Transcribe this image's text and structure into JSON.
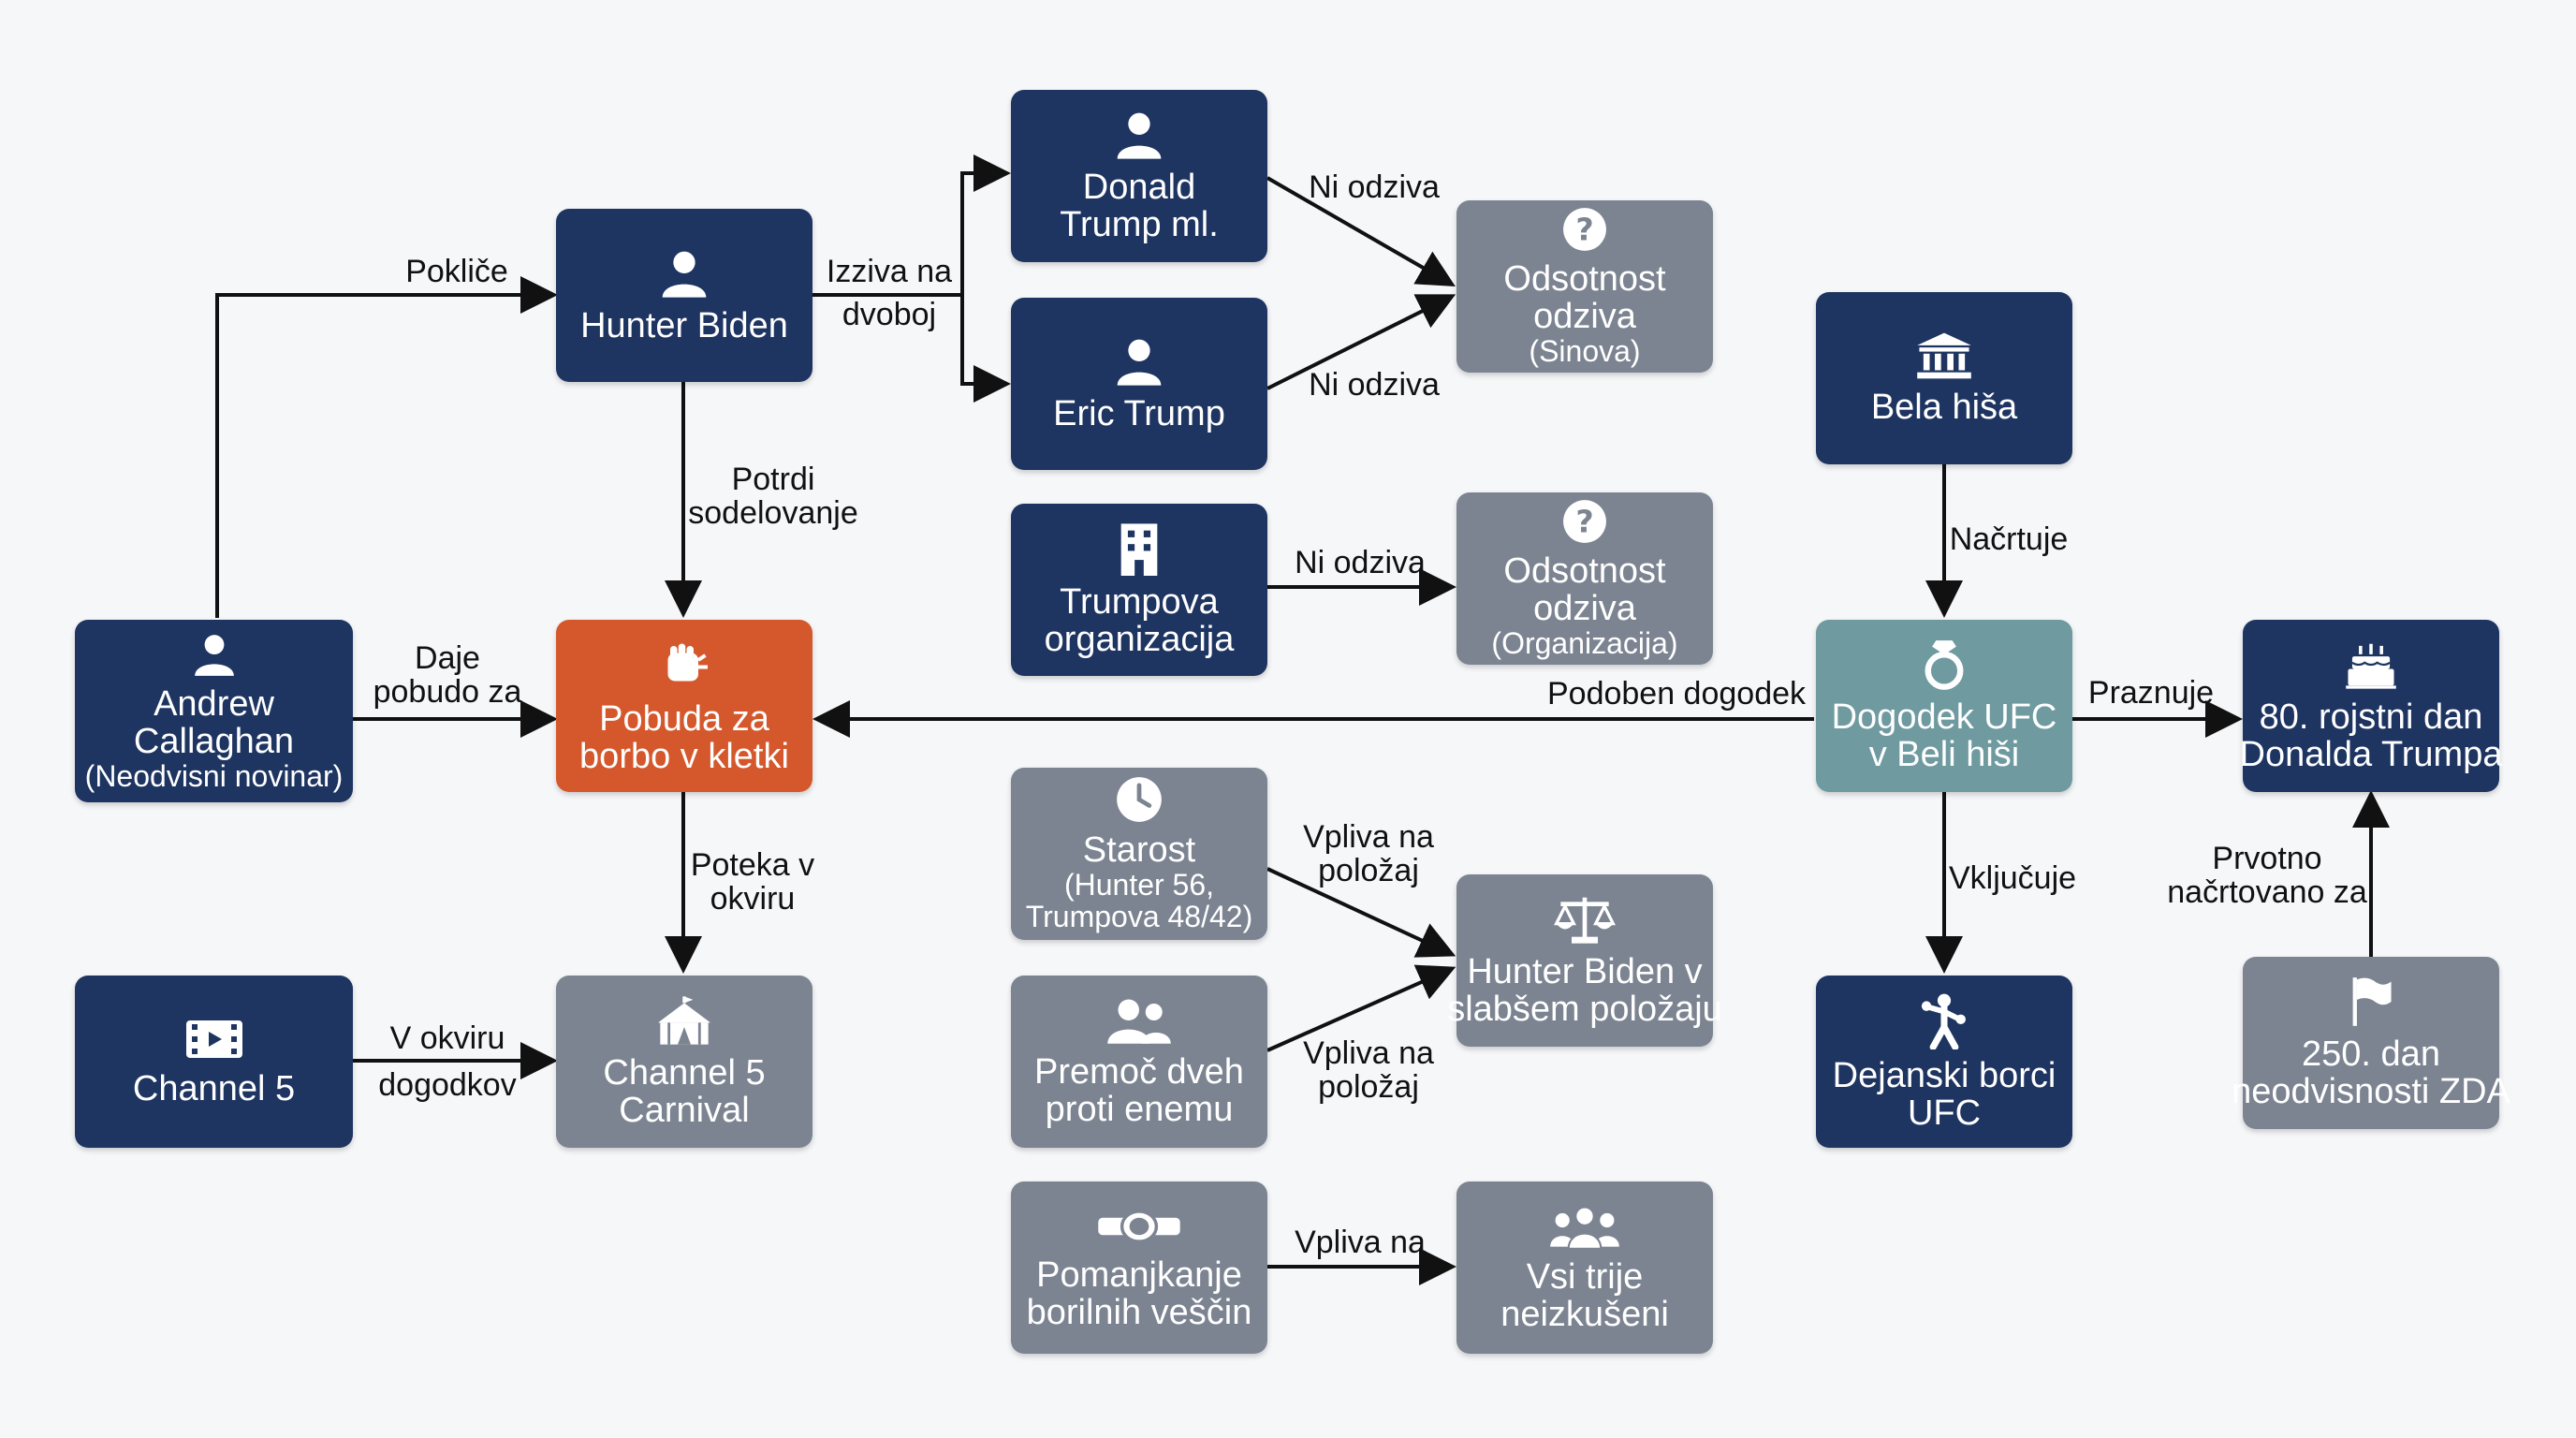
{
  "colors": {
    "navy": "#1e3461",
    "gray": "#7c8491",
    "teal": "#6e9aa0",
    "orange": "#d4582c",
    "edge": "#111111"
  },
  "nodes": {
    "andrew": {
      "icon": "person-icon",
      "line1": "Andrew",
      "line2": "Callaghan",
      "sub": "(Neodvisni novinar)"
    },
    "hunter": {
      "icon": "person-icon",
      "line1": "Hunter Biden"
    },
    "pobuda": {
      "icon": "fist-icon",
      "line1": "Pobuda za",
      "line2": "borbo v kletki"
    },
    "channel5": {
      "icon": "film-icon",
      "line1": "Channel 5"
    },
    "carnival": {
      "icon": "circus-tent-icon",
      "line1": "Channel 5",
      "line2": "Carnival"
    },
    "donald_jr": {
      "icon": "person-icon",
      "line1": "Donald",
      "line2": "Trump ml."
    },
    "eric": {
      "icon": "person-icon",
      "line1": "Eric Trump"
    },
    "trump_org": {
      "icon": "building-icon",
      "line1": "Trumpova",
      "line2": "organizacija"
    },
    "odsotnost_sinova": {
      "icon": "question-icon",
      "line1": "Odsotnost",
      "line2": "odziva",
      "sub": "(Sinova)"
    },
    "odsotnost_org": {
      "icon": "question-icon",
      "line1": "Odsotnost",
      "line2": "odziva",
      "sub": "(Organizacija)"
    },
    "starost": {
      "icon": "clock-icon",
      "line1": "Starost",
      "sub": "(Hunter 56,",
      "sub2": "Trumpova 48/42)"
    },
    "premoc": {
      "icon": "group-icon",
      "line1": "Premoč dveh",
      "line2": "proti enemu"
    },
    "pomanjkanje": {
      "icon": "belt-icon",
      "line1": "Pomanjkanje",
      "line2": "borilnih veščin"
    },
    "slabsi": {
      "icon": "scales-icon",
      "line1": "Hunter Biden v",
      "line2": "slabšem položaju"
    },
    "neizkuseni": {
      "icon": "group-icon",
      "line1": "Vsi trije",
      "line2": "neizkušeni"
    },
    "bela_hisa": {
      "icon": "government-building-icon",
      "line1": "Bela hiša"
    },
    "ufc": {
      "icon": "ring-icon",
      "line1": "Dogodek UFC",
      "line2": "v Beli hiši"
    },
    "borci": {
      "icon": "boxer-icon",
      "line1": "Dejanski borci",
      "line2": "UFC"
    },
    "rojstni": {
      "icon": "cake-icon",
      "line1": "80. rojstni dan",
      "line2": "Donalda Trumpa"
    },
    "neodvisnost": {
      "icon": "flag-icon",
      "line1": "250. dan",
      "line2": "neodvisnosti ZDA"
    }
  },
  "edges": {
    "poklice": "Pokliče",
    "izziva_1": "Izziva na",
    "izziva_2": "dvoboj",
    "potrdi_1": "Potrdi",
    "potrdi_2": "sodelovanje",
    "daje_1": "Daje",
    "daje_2": "pobudo za",
    "poteka_1": "Poteka v",
    "poteka_2": "okviru",
    "vokviru_1": "V okviru",
    "vokviru_2": "dogodkov",
    "niodziva_a": "Ni odziva",
    "niodziva_b": "Ni odziva",
    "niodziva_c": "Ni odziva",
    "podoben": "Podoben dogodek",
    "nacrtuje": "Načrtuje",
    "praznuje": "Praznuje",
    "vkljucuje": "Vključuje",
    "prvotno_1": "Prvotno",
    "prvotno_2": "načrtovano za",
    "vpliva_polozaj_a1": "Vpliva na",
    "vpliva_polozaj_a2": "položaj",
    "vpliva_polozaj_b1": "Vpliva na",
    "vpliva_polozaj_b2": "položaj",
    "vpliva_na": "Vpliva na"
  }
}
